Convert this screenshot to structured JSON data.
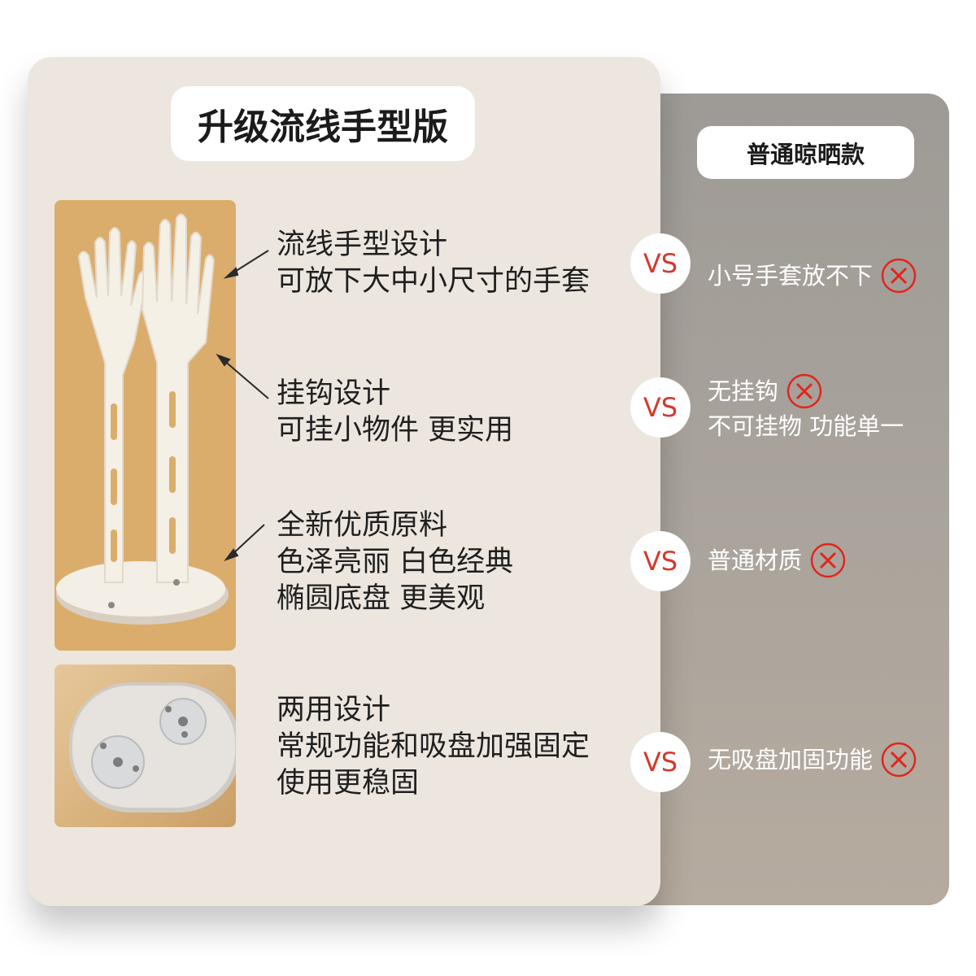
{
  "upgrade_title": "升级流线手型版",
  "normal_title": "普通晾晒款",
  "vs_label": "VS",
  "colors": {
    "vs_text": "#d43a2c",
    "cross": "#e0261d",
    "left_panel": "#ece6df",
    "right_panel": "#a8a39d",
    "rack_background": "#dbad6c"
  },
  "features": [
    {
      "lines": [
        "流线手型设计",
        "可放下大中小尺寸的手套"
      ]
    },
    {
      "lines": [
        "挂钩设计",
        "可挂小物件 更实用"
      ]
    },
    {
      "lines": [
        "全新优质原料",
        "色泽亮丽 白色经典",
        "椭圆底盘 更美观"
      ]
    },
    {
      "lines": [
        "两用设计",
        "常规功能和吸盘加强固定",
        "使用更稳固"
      ]
    }
  ],
  "comparisons": [
    {
      "lines": [
        "小号手套放不下"
      ]
    },
    {
      "lines": [
        "无挂钩",
        "不可挂物 功能单一"
      ]
    },
    {
      "lines": [
        "普通材质"
      ]
    },
    {
      "lines": [
        "无吸盘加固功能"
      ]
    }
  ]
}
